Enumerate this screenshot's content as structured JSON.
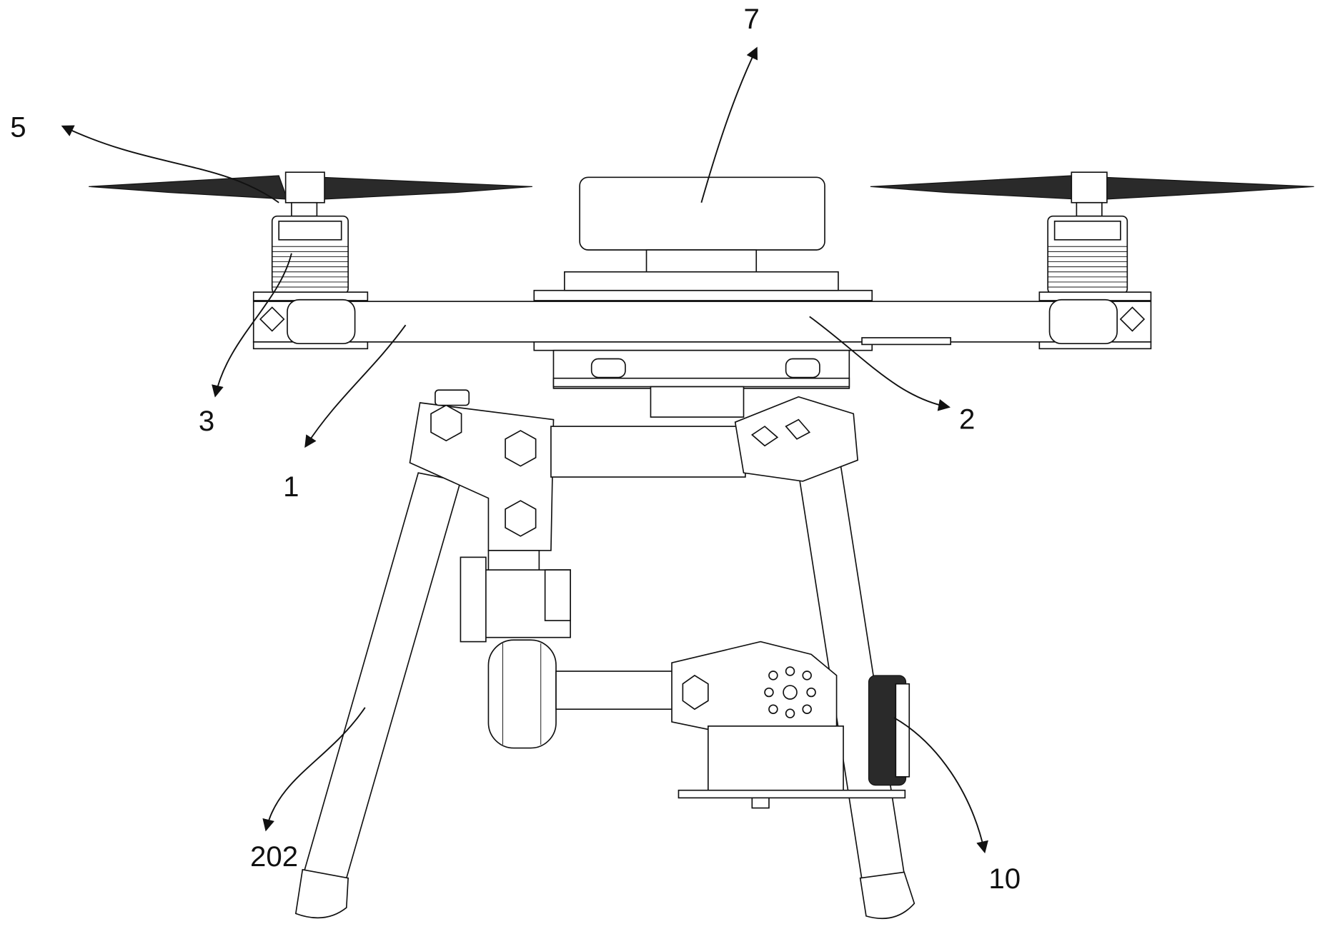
{
  "figure": {
    "labels": {
      "propeller": "5",
      "top_box": "7",
      "motor_mount": "3",
      "arm": "1",
      "center_frame": "2",
      "landing_leg": "202",
      "camera_lens": "10"
    },
    "colors": {
      "ink": "#111111",
      "fill_dark": "#2a2a2a",
      "background": "#ffffff"
    }
  }
}
